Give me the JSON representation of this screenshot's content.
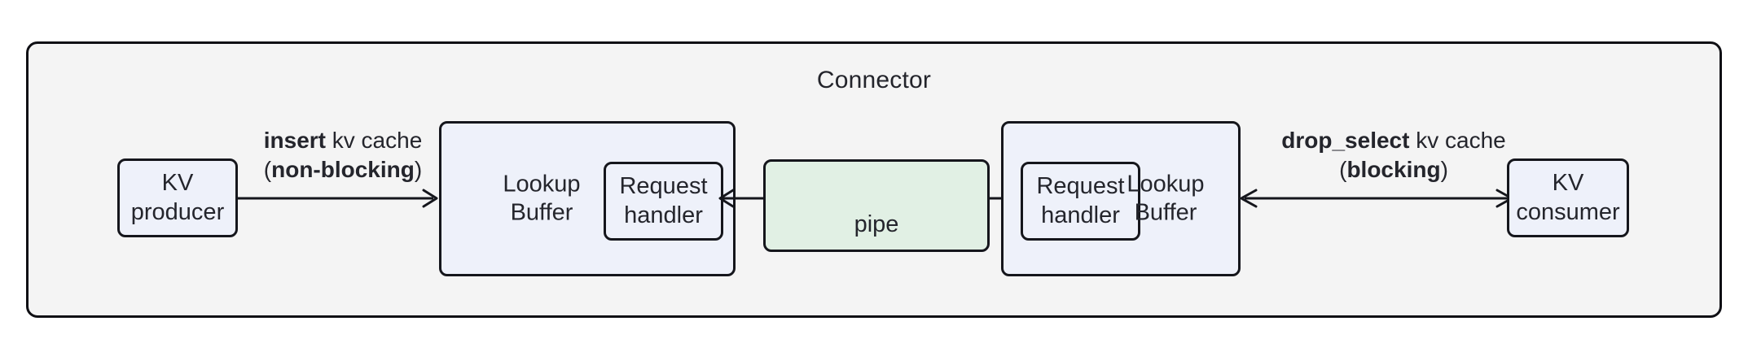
{
  "diagram": {
    "container": {
      "title": "Connector",
      "fill": "#f4f4f4",
      "stroke": "#0f0f14"
    },
    "nodes": {
      "kv_producer": {
        "label": "KV\nproducer",
        "fill": "#eef1fa"
      },
      "kv_consumer": {
        "label": "KV\nconsumer",
        "fill": "#eef1fa"
      },
      "lookup_buffer_left": {
        "label": "Lookup\nBuffer",
        "fill": "#eef1fa"
      },
      "lookup_buffer_right": {
        "label": "Lookup\nBuffer",
        "fill": "#eef1fa"
      },
      "request_handler_left": {
        "label": "Request\nhandler",
        "fill": "#eef1fa"
      },
      "request_handler_right": {
        "label": "Request\nhandler",
        "fill": "#eef1fa"
      },
      "pipe": {
        "label": "pipe",
        "fill": "#e1f0e4"
      }
    },
    "edges": {
      "insert": {
        "line1_bold": "insert",
        "line1_rest": " kv cache",
        "line2_open": "(",
        "line2_bold": "non-blocking",
        "line2_close": ")",
        "direction": "right"
      },
      "drop_select": {
        "line1_bold": "drop_select",
        "line1_rest": " kv cache",
        "line2_open": "(",
        "line2_bold": "blocking",
        "line2_close": ")",
        "direction": "both"
      },
      "pipe_edge": {
        "direction": "both"
      }
    }
  }
}
